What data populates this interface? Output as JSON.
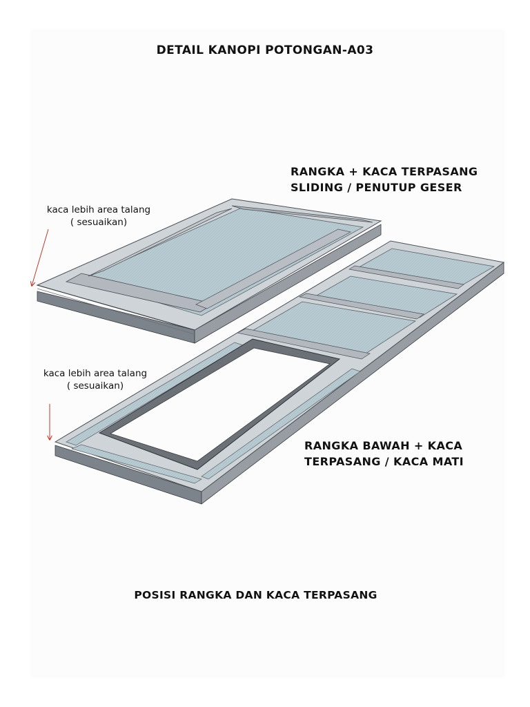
{
  "title": "DETAIL KANOPI POTONGAN-A03",
  "upper_assembly": {
    "label_line1": "RANGKA + KACA TERPASANG",
    "label_line2": "SLIDING / PENUTUP GESER"
  },
  "lower_assembly": {
    "label_line1": "RANGKA BAWAH + KACA",
    "label_line2": "TERPASANG / KACA MATI"
  },
  "annotations": [
    {
      "line1": "kaca lebih area talang",
      "line2": "( sesuaikan)"
    },
    {
      "line1": "kaca lebih area talang",
      "line2": "( sesuaikan)"
    }
  ],
  "caption": "POSISI RANGKA DAN KACA TERPASANG",
  "colors": {
    "frame_light": "#c9ced3",
    "frame_dark": "#6b7177",
    "glass": "#b7c8cf",
    "arrow": "#c0392b"
  }
}
